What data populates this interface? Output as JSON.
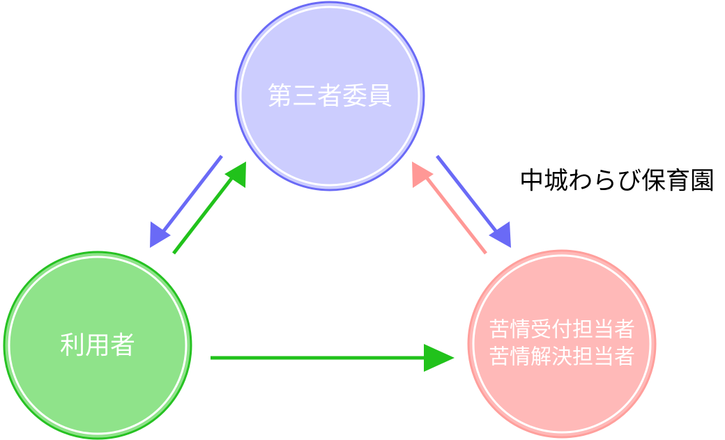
{
  "org_name": "中城わらび保育園",
  "nodes": {
    "committee": {
      "label": "第三者委員",
      "fill": "#cccdfe",
      "stroke": "#6a6af6"
    },
    "user": {
      "label": "利用者",
      "fill": "#8fe38a",
      "stroke": "#26c222"
    },
    "complaint_staff": {
      "label_line1": "苦情受付担当者",
      "label_line2": "苦情解決担当者",
      "fill": "#ffb9b8",
      "stroke": "#ff9f9c"
    }
  },
  "arrow_colors": {
    "blue": "#6a6af6",
    "green": "#21c21b",
    "pink": "#ff9896"
  }
}
